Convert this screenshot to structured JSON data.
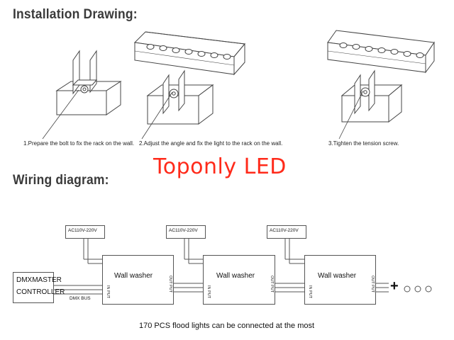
{
  "installation": {
    "title": "Installation Drawing:",
    "steps": [
      "1.Prepare the bolt to fix the rack on the wall.",
      "2.Adjust the angle and fix the light to the rack on the wall.",
      "3.Tighten the tension screw."
    ]
  },
  "watermark": "Toponly LED",
  "wiring": {
    "title": "Wiring diagram:",
    "controller": {
      "line1": "DMXMASTER",
      "line2": "CONTROLLER"
    },
    "bus_label": "DMX BUS",
    "power_label": "AC110V-220V",
    "unit_label": "Wall washer",
    "in_label": "IN PUT",
    "out_label": "OUT PUT",
    "plus_symbol": "+",
    "footer": "170 PCS flood lights can be connected at the most"
  }
}
